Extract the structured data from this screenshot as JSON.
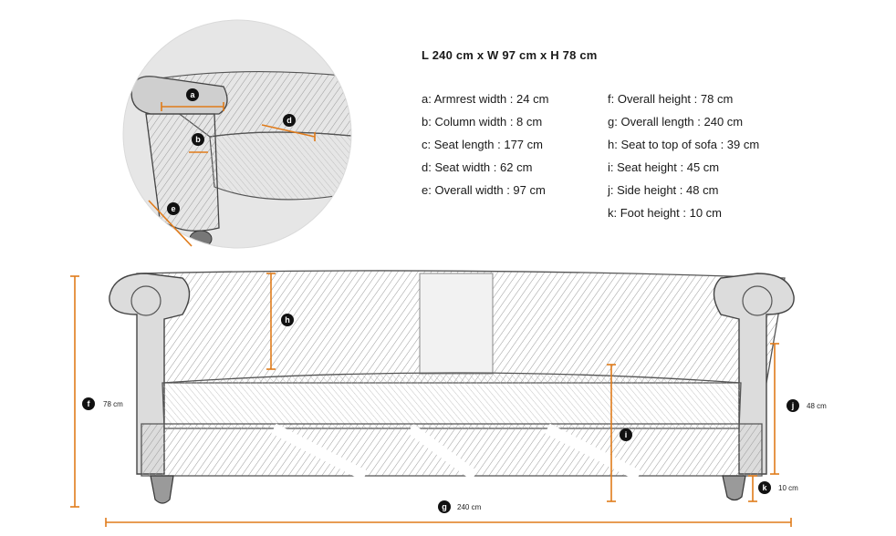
{
  "accent_color": "#e07b1a",
  "overall_dimensions": "L 240 cm x W 97 cm x H 78 cm",
  "specs_left": [
    "a: Armrest width : 24 cm",
    "b: Column width : 8 cm",
    "c: Seat length : 177 cm",
    "d: Seat width : 62 cm",
    "e: Overall width : 97 cm"
  ],
  "specs_right": [
    "f: Overall height : 78 cm",
    "g: Overall length : 240 cm",
    "h: Seat to top of sofa : 39 cm",
    "i: Seat height : 45 cm",
    "j: Side height : 48 cm",
    "k: Foot height : 10 cm"
  ],
  "markers": {
    "a": "a",
    "b": "b",
    "d": "d",
    "e": "e",
    "f": "f",
    "g": "g",
    "h": "h",
    "i": "i",
    "j": "j",
    "k": "k"
  },
  "dimension_labels": {
    "f": "78 cm",
    "g": "240 cm",
    "j": "48 cm",
    "k": "10 cm"
  }
}
